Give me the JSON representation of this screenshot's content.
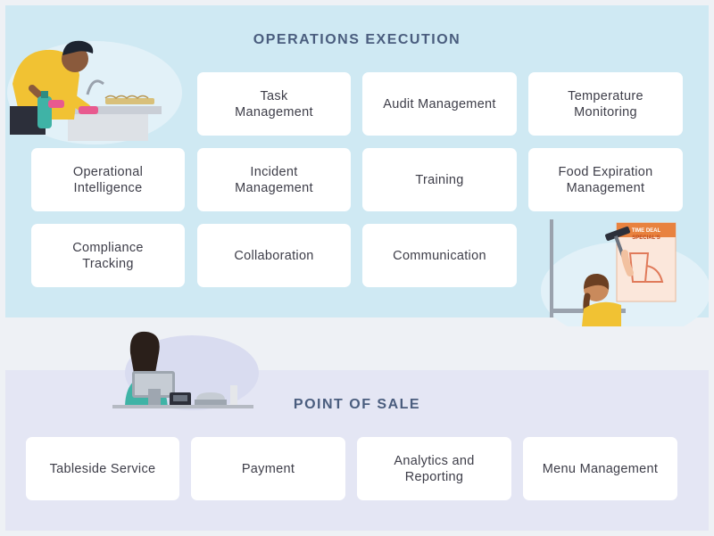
{
  "operations": {
    "title": "OPERATIONS EXECUTION",
    "cards": [
      {
        "id": "task-management",
        "label": "Task\nManagement"
      },
      {
        "id": "audit-management",
        "label": "Audit Management"
      },
      {
        "id": "temperature-monitoring",
        "label": "Temperature\nMonitoring"
      },
      {
        "id": "operational-intelligence",
        "label": "Operational\nIntelligence"
      },
      {
        "id": "incident-management",
        "label": "Incident\nManagement"
      },
      {
        "id": "training",
        "label": "Training"
      },
      {
        "id": "food-expiration-management",
        "label": "Food Expiration\nManagement"
      },
      {
        "id": "compliance-tracking",
        "label": "Compliance\nTracking"
      },
      {
        "id": "collaboration",
        "label": "Collaboration"
      },
      {
        "id": "communication",
        "label": "Communication"
      }
    ],
    "poster_text": "TIME DEAL\nSPECIAL'S"
  },
  "point_of_sale": {
    "title": "POINT OF SALE",
    "cards": [
      {
        "id": "tableside-service",
        "label": "Tableside Service"
      },
      {
        "id": "payment",
        "label": "Payment"
      },
      {
        "id": "analytics-and-reporting",
        "label": "Analytics and\nReporting"
      },
      {
        "id": "menu-management",
        "label": "Menu Management"
      }
    ]
  },
  "colors": {
    "ops_background": "#cfe9f3",
    "pos_background": "#e4e6f4",
    "title_text": "#4a5d7e",
    "card": "#ffffff",
    "page": "#eef1f5"
  }
}
